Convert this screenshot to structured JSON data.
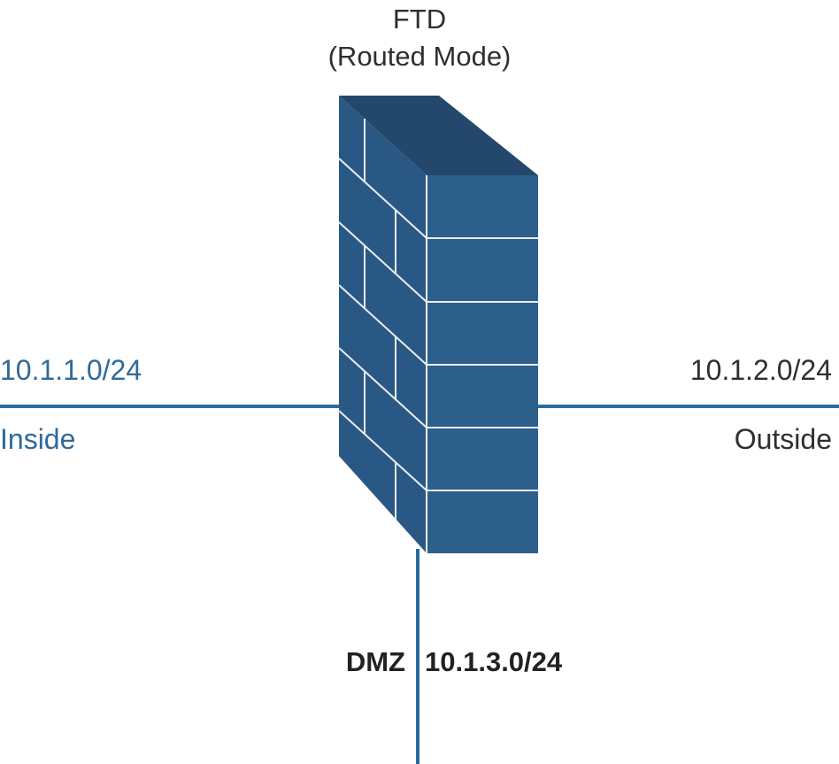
{
  "device": {
    "name": "FTD",
    "mode": "(Routed Mode)"
  },
  "networks": {
    "inside": {
      "subnet": "10.1.1.0/24",
      "zone": "Inside"
    },
    "outside": {
      "subnet": "10.1.2.0/24",
      "zone": "Outside"
    },
    "dmz": {
      "zone": "DMZ",
      "subnet": "10.1.3.0/24"
    }
  },
  "colors": {
    "firewall_front": "#2d5f8b",
    "firewall_side": "#2a5884",
    "firewall_top": "#23486c",
    "mortar": "#e8eef4",
    "link": "#2f6a9a",
    "inside_text": "#2f6a9a",
    "outside_text": "#2e2e2e"
  },
  "icons": {
    "firewall": "firewall-brick-wall-icon"
  }
}
